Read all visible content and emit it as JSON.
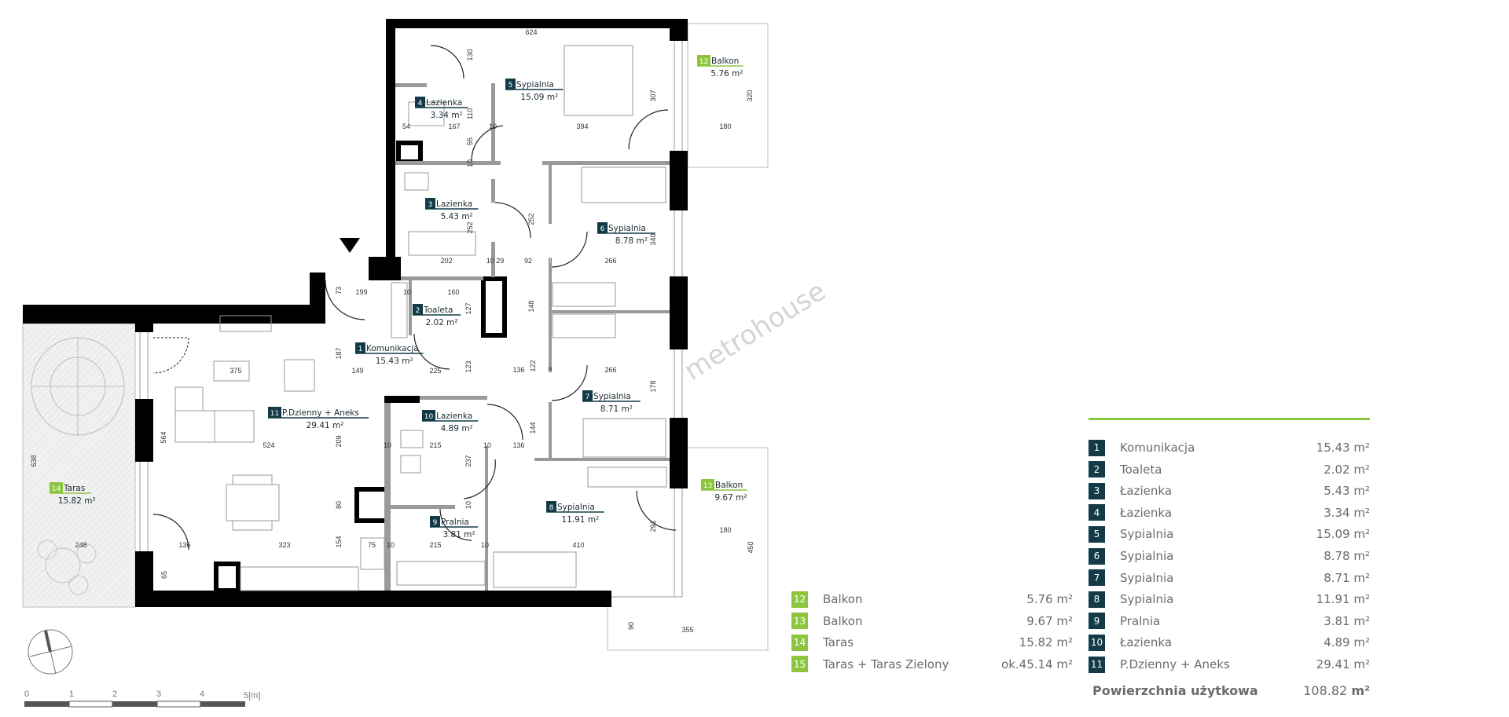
{
  "rooms": [
    {
      "num": "1",
      "name": "Komunikacja",
      "plan_name": "Komunikacja",
      "area": "15.43 m²"
    },
    {
      "num": "2",
      "name": "Toaleta",
      "plan_name": "Toaleta",
      "area": "2.02 m²"
    },
    {
      "num": "3",
      "name": "Łazienka",
      "plan_name": "Lazienka",
      "area": "5.43 m²"
    },
    {
      "num": "4",
      "name": "Łazienka",
      "plan_name": "Lazienka",
      "area": "3.34 m²"
    },
    {
      "num": "5",
      "name": "Sypialnia",
      "plan_name": "Sypialnia",
      "area": "15.09 m²"
    },
    {
      "num": "6",
      "name": "Sypialnia",
      "plan_name": "Sypialnia",
      "area": "8.78 m²"
    },
    {
      "num": "7",
      "name": "Sypialnia",
      "plan_name": "Sypialnia",
      "area": "8.71 m²"
    },
    {
      "num": "8",
      "name": "Sypialnia",
      "plan_name": "Sypialnia",
      "area": "11.91 m²"
    },
    {
      "num": "9",
      "name": "Pralnia",
      "plan_name": "Pralnia",
      "area": "3.81 m²"
    },
    {
      "num": "10",
      "name": "Łazienka",
      "plan_name": "Lazienka",
      "area": "4.89 m²"
    },
    {
      "num": "11",
      "name": "P.Dzienny + Aneks",
      "plan_name": "P.Dzienny + Aneks",
      "area": "29.41 m²"
    }
  ],
  "outdoor": [
    {
      "num": "12",
      "name": "Balkon",
      "plan_name": "Balkon",
      "area": "5.76 m²"
    },
    {
      "num": "13",
      "name": "Balkon",
      "plan_name": "Balkon",
      "area": "9.67 m²"
    },
    {
      "num": "14",
      "name": "Taras",
      "plan_name": "Taras",
      "area": "15.82 m²"
    },
    {
      "num": "15",
      "name": "Taras + Taras Zielony",
      "area": "ok.45.14 m²"
    }
  ],
  "total": {
    "label": "Powierzchnia użytkowa",
    "value": "108.82",
    "unit": "m²"
  },
  "dimensions": [
    "624",
    "130",
    "110",
    "54",
    "167",
    "10",
    "394",
    "180",
    "55",
    "307",
    "320",
    "252",
    "252",
    "202",
    "10 29",
    "92",
    "8",
    "266",
    "340",
    "73",
    "199",
    "10",
    "160",
    "127",
    "148",
    "187",
    "149",
    "225",
    "123",
    "375",
    "136",
    "122",
    "8",
    "266",
    "178",
    "564",
    "524",
    "209",
    "10",
    "215",
    "136",
    "10",
    "144",
    "237",
    "638",
    "80",
    "291",
    "180",
    "248",
    "136",
    "323",
    "154",
    "75",
    "10",
    "215",
    "10",
    "410",
    "450",
    "65",
    "90",
    "355",
    "10",
    "10"
  ],
  "scale": {
    "labels": [
      "0",
      "1",
      "2",
      "3",
      "4",
      "5[m]"
    ]
  },
  "watermark": "metrohouse",
  "colors": {
    "room_badge": "#123b47",
    "outdoor_badge": "#8cc63f",
    "wall": "#000000",
    "inner_wall": "#9a9a9a",
    "text_gray": "#6b6b6b"
  }
}
